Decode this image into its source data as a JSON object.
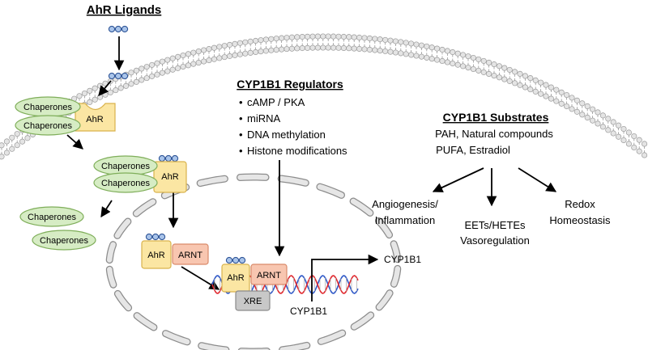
{
  "ligands": {
    "title": "AhR Ligands"
  },
  "cytoplasm": {
    "chaperone": "Chaperones",
    "ahr": "AhR"
  },
  "nucleus": {
    "ahr": "AhR",
    "arnt": "ARNT",
    "xre": "XRE",
    "gene": "CYP1B1",
    "transcript": "CYP1B1"
  },
  "regulators": {
    "title": "CYP1B1 Regulators",
    "items": [
      "cAMP / PKA",
      "miRNA",
      "DNA methylation",
      "Histone modifications"
    ]
  },
  "substrates": {
    "title": "CYP1B1 Substrates",
    "line1": "PAH, Natural compounds",
    "line2": "PUFA, Estradiol"
  },
  "outcomes": {
    "angio_1": "Angiogenesis/",
    "angio_2": "Inflammation",
    "eets_1": "EETs/HETEs",
    "eets_2": "Vasoregulation",
    "redox_1": "Redox",
    "redox_2": "Homeostasis"
  },
  "colors": {
    "chaperone_fill": "#d6ecc4",
    "chaperone_stroke": "#7fae5a",
    "ahr_fill": "#fbe6a3",
    "ahr_stroke": "#d9b24c",
    "arnt_fill": "#f8c6b0",
    "arnt_stroke": "#d98a6a",
    "xre_fill": "#c8c8c8",
    "ligand_fill": "#a9c4ea",
    "ligand_stroke": "#2f5597",
    "dna_red": "#e0282e",
    "dna_blue": "#2e58c8",
    "membrane": "#9a9a9a"
  }
}
